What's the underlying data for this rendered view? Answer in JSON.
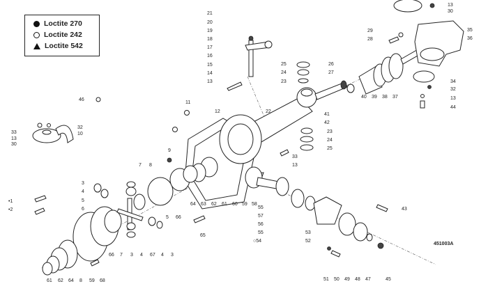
{
  "legend": {
    "items": [
      {
        "symbol": "filled-circle",
        "label": "Loctite 270"
      },
      {
        "symbol": "open-circle",
        "label": "Loctite 242"
      },
      {
        "symbol": "filled-triangle",
        "label": "Loctite 542"
      }
    ]
  },
  "drawing_code": "451003A",
  "callouts": [
    "21",
    "20",
    "19",
    "18",
    "17",
    "16",
    "15",
    "14",
    "13",
    "46",
    "11",
    "12",
    "33",
    "13",
    "30",
    "32",
    "10",
    "13",
    "30",
    "29",
    "28",
    "35",
    "36",
    "25",
    "24",
    "23",
    "26",
    "27",
    "40",
    "39",
    "38",
    "37",
    "34",
    "32",
    "13",
    "44",
    "22",
    "41",
    "42",
    "23",
    "24",
    "25",
    "33",
    "13",
    "9",
    "7",
    "8",
    "3",
    "4",
    "5",
    "6",
    "•1",
    "•2",
    "64",
    "63",
    "62",
    "61",
    "60",
    "59",
    "58",
    "5",
    "66",
    "65",
    "66",
    "7",
    "3",
    "4",
    "67",
    "4",
    "3",
    "61",
    "62",
    "64",
    "8",
    "59",
    "68",
    "55",
    "57",
    "56",
    "55",
    "○54",
    "53",
    "52",
    "43",
    "51",
    "50",
    "49",
    "48",
    "47",
    "45"
  ]
}
